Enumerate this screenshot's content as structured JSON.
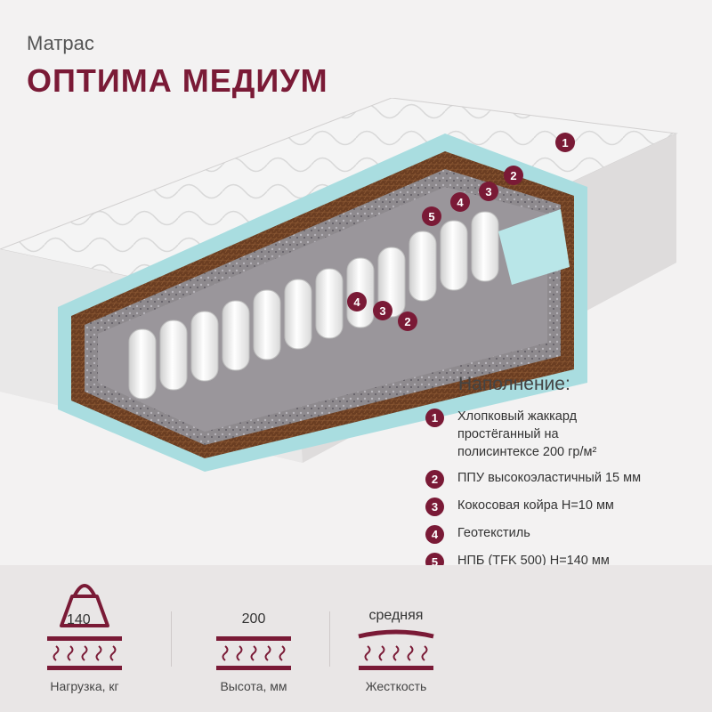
{
  "header": {
    "subtitle": "Матрас",
    "title": "ОПТИМА МЕДИУМ"
  },
  "legend": {
    "title": "Наполнение:",
    "items": [
      {
        "num": "1",
        "text": "Хлопковый жаккард\nпростёганный на\nполисинтексе 200 гр/м²"
      },
      {
        "num": "2",
        "text": "ППУ высокоэластичный 15 мм"
      },
      {
        "num": "3",
        "text": "Кокосовая койра Н=10 мм"
      },
      {
        "num": "4",
        "text": "Геотекстиль"
      },
      {
        "num": "5",
        "text": "НПБ (TFK 500) Н=140 мм"
      }
    ]
  },
  "callouts": [
    "1",
    "2",
    "3",
    "4",
    "5",
    "4",
    "3",
    "2"
  ],
  "specs": [
    {
      "value": "140",
      "caption": "Нагрузка, кг",
      "icon": "weight-icon"
    },
    {
      "value": "200",
      "caption": "Высота, мм",
      "icon": "height-icon"
    },
    {
      "value": "средняя",
      "caption": "Жесткость",
      "icon": "firmness-icon"
    }
  ],
  "colors": {
    "accent": "#7a1a36",
    "foam": "#a9dde0",
    "coir": "#6b3e22"
  }
}
